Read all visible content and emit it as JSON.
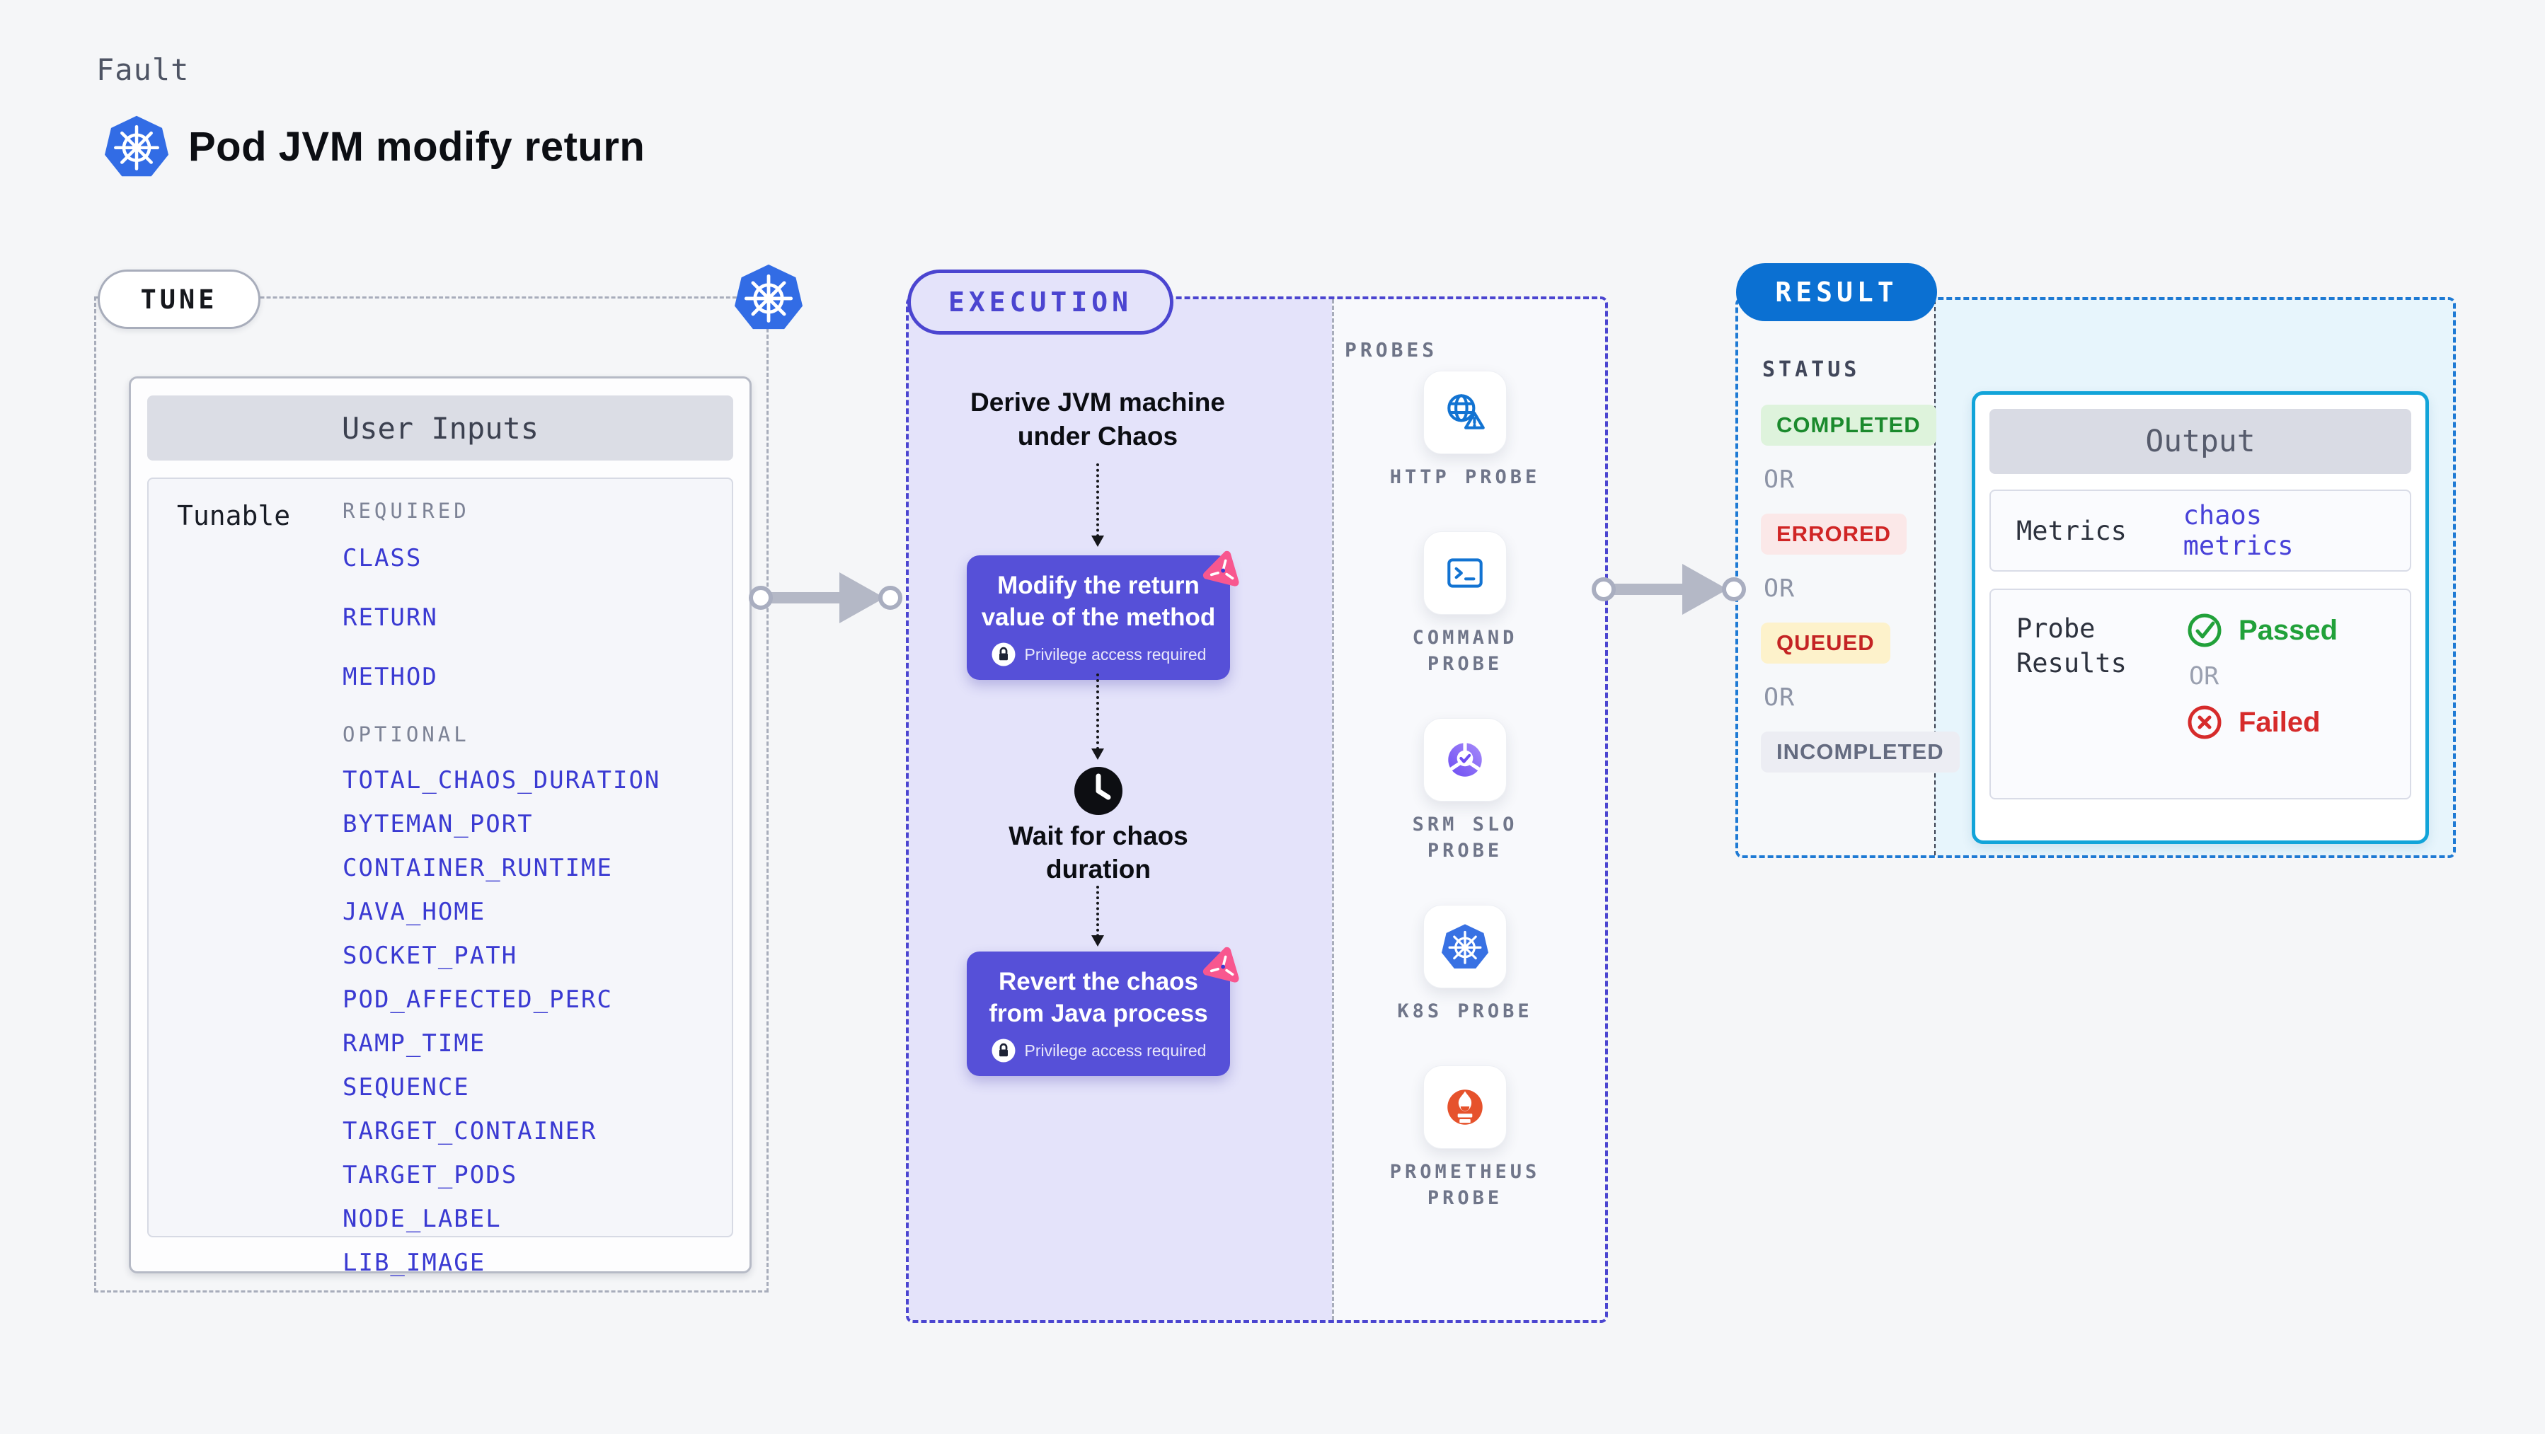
{
  "header": {
    "eyebrow": "Fault",
    "title": "Pod JVM modify return"
  },
  "tune": {
    "badge": "TUNE",
    "panel_title": "User Inputs",
    "row_label": "Tunable",
    "required_heading": "REQUIRED",
    "required": [
      "CLASS",
      "RETURN",
      "METHOD"
    ],
    "optional_heading": "OPTIONAL",
    "optional": [
      "TOTAL_CHAOS_DURATION",
      "BYTEMAN_PORT",
      "CONTAINER_RUNTIME",
      "JAVA_HOME",
      "SOCKET_PATH",
      "POD_AFFECTED_PERC",
      "RAMP_TIME",
      "SEQUENCE",
      "TARGET_CONTAINER",
      "TARGET_PODS",
      "NODE_LABEL",
      "LIB_IMAGE"
    ]
  },
  "execution": {
    "badge": "EXECUTION",
    "derive": {
      "line1": "Derive JVM machine",
      "line2": "under Chaos"
    },
    "inject": {
      "line1": "Modify the return",
      "line2": "value of the method",
      "note": "Privilege access required"
    },
    "wait": {
      "line1": "Wait for chaos",
      "line2": "duration"
    },
    "revert": {
      "line1": "Revert the chaos",
      "line2": "from Java process",
      "note": "Privilege access required"
    }
  },
  "probes": {
    "heading": "PROBES",
    "items": [
      {
        "icon": "http-probe-icon",
        "lines": [
          "HTTP PROBE"
        ]
      },
      {
        "icon": "command-probe-icon",
        "lines": [
          "COMMAND",
          "PROBE"
        ]
      },
      {
        "icon": "srm-slo-probe-icon",
        "lines": [
          "SRM SLO",
          "PROBE"
        ]
      },
      {
        "icon": "k8s-probe-icon",
        "lines": [
          "K8S PROBE"
        ]
      },
      {
        "icon": "prometheus-probe-icon",
        "lines": [
          "PROMETHEUS",
          "PROBE"
        ]
      }
    ]
  },
  "result": {
    "badge": "RESULT",
    "status_heading": "STATUS",
    "statuses": [
      {
        "label": "COMPLETED",
        "type": "completed"
      },
      {
        "label": "OR",
        "type": "or"
      },
      {
        "label": "ERRORED",
        "type": "errored"
      },
      {
        "label": "OR",
        "type": "or"
      },
      {
        "label": "QUEUED",
        "type": "queued"
      },
      {
        "label": "OR",
        "type": "or"
      },
      {
        "label": "INCOMPLETED",
        "type": "incompleted"
      }
    ],
    "output": {
      "title": "Output",
      "metrics_label": "Metrics",
      "metrics_link": "chaos metrics",
      "probe_results_label": "Probe Results",
      "passed": "Passed",
      "or": "OR",
      "failed": "Failed"
    }
  },
  "colors": {
    "page_bg": "#f5f6f8",
    "indigo_accent": "#4b45d0",
    "indigo_button": "#5650d8",
    "lavender_bg": "#e4e3fa",
    "link_indigo": "#3a3ad2",
    "pink_chaos": "#f8578f",
    "result_blue": "#0b70d2",
    "cyan_border": "#12a4d9",
    "cyan_bg": "#e7f5fc",
    "green_status": "#1b8a2d",
    "red_status": "#d02525",
    "kubernetes_blue": "#326ce5",
    "prometheus_orange": "#e6522c",
    "gray_dash": "#a8adbb"
  }
}
